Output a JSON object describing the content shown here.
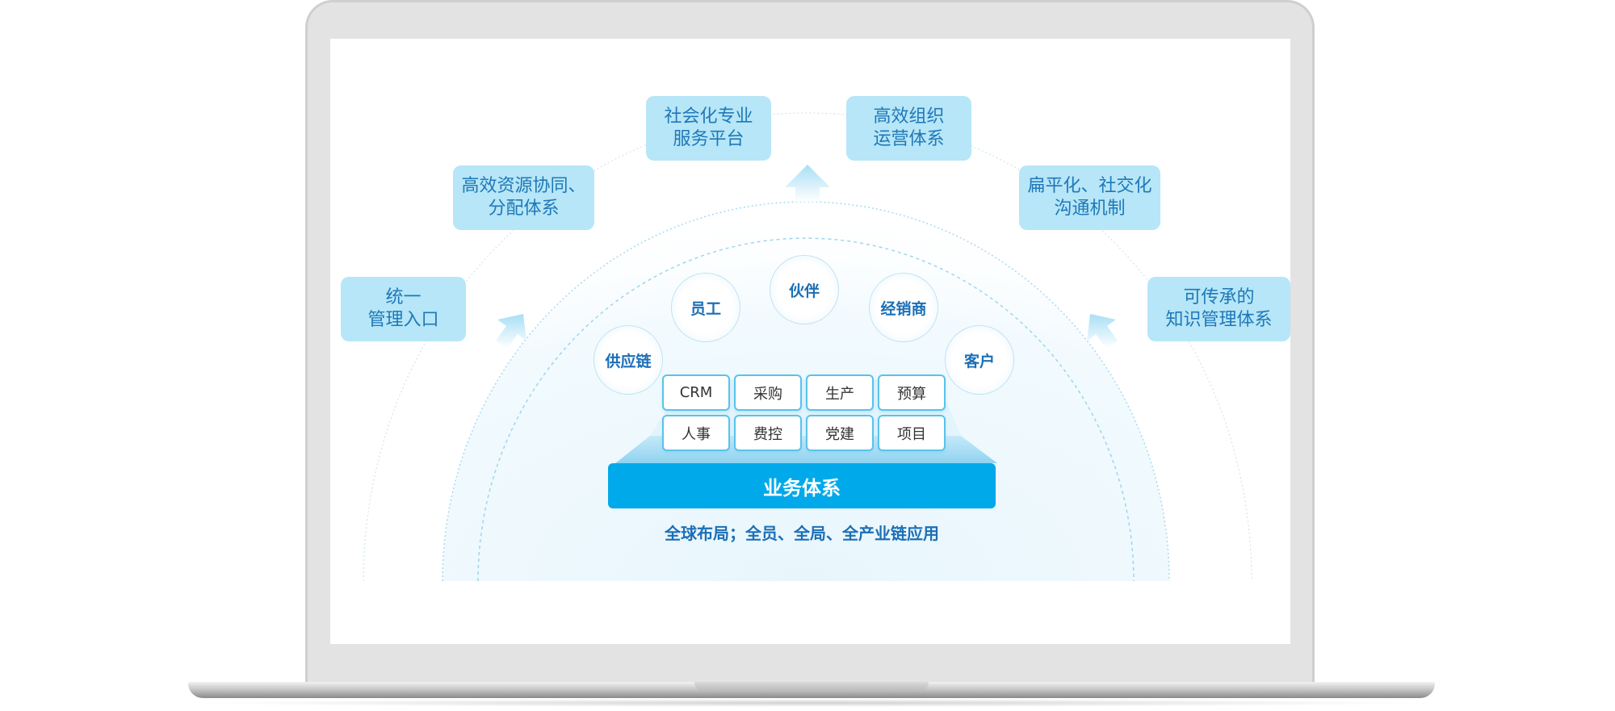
{
  "goals": {
    "unified_entry": [
      "统一",
      "管理入口"
    ],
    "resource": [
      "高效资源协同、",
      "分配体系"
    ],
    "social_platform": [
      "社会化专业",
      "服务平台"
    ],
    "org": [
      "高效组织",
      "运营体系"
    ],
    "flat": [
      "扁平化、社交化",
      "沟通机制"
    ],
    "knowledge": [
      "可传承的",
      "知识管理体系"
    ]
  },
  "stakeholders": {
    "employees": "员工",
    "partners": "伙伴",
    "dealers": "经销商",
    "supply_chain": "供应链",
    "customers": "客户"
  },
  "modules": [
    "CRM",
    "采购",
    "生产",
    "预算",
    "人事",
    "费控",
    "党建",
    "项目"
  ],
  "core_label": "业务体系",
  "tagline": "全球布局；全员、全局、全产业链应用",
  "colors": {
    "accent": "#00a9ea",
    "goal_bg": "#b6e6f7",
    "text_blue": "#1c6fb6"
  }
}
